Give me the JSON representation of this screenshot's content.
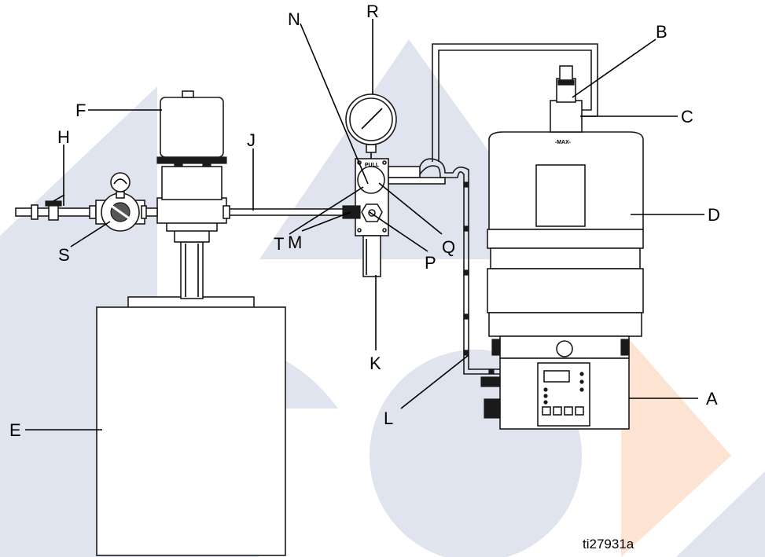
{
  "labels": {
    "A": "A",
    "B": "B",
    "C": "C",
    "D": "D",
    "E": "E",
    "F": "F",
    "H": "H",
    "J": "J",
    "K": "K",
    "L": "L",
    "M": "M",
    "N": "N",
    "P": "P",
    "Q": "Q",
    "R": "R",
    "S": "S",
    "T": "T"
  },
  "reservoir": {
    "max_mark": "-MAX-"
  },
  "valve": {
    "pull_text": "PULL"
  },
  "figure_id": "ti27931a",
  "colors": {
    "watermark_blue": "#dfe4ef",
    "watermark_orange": "#fde4d2",
    "line": "#1a1a1a"
  }
}
